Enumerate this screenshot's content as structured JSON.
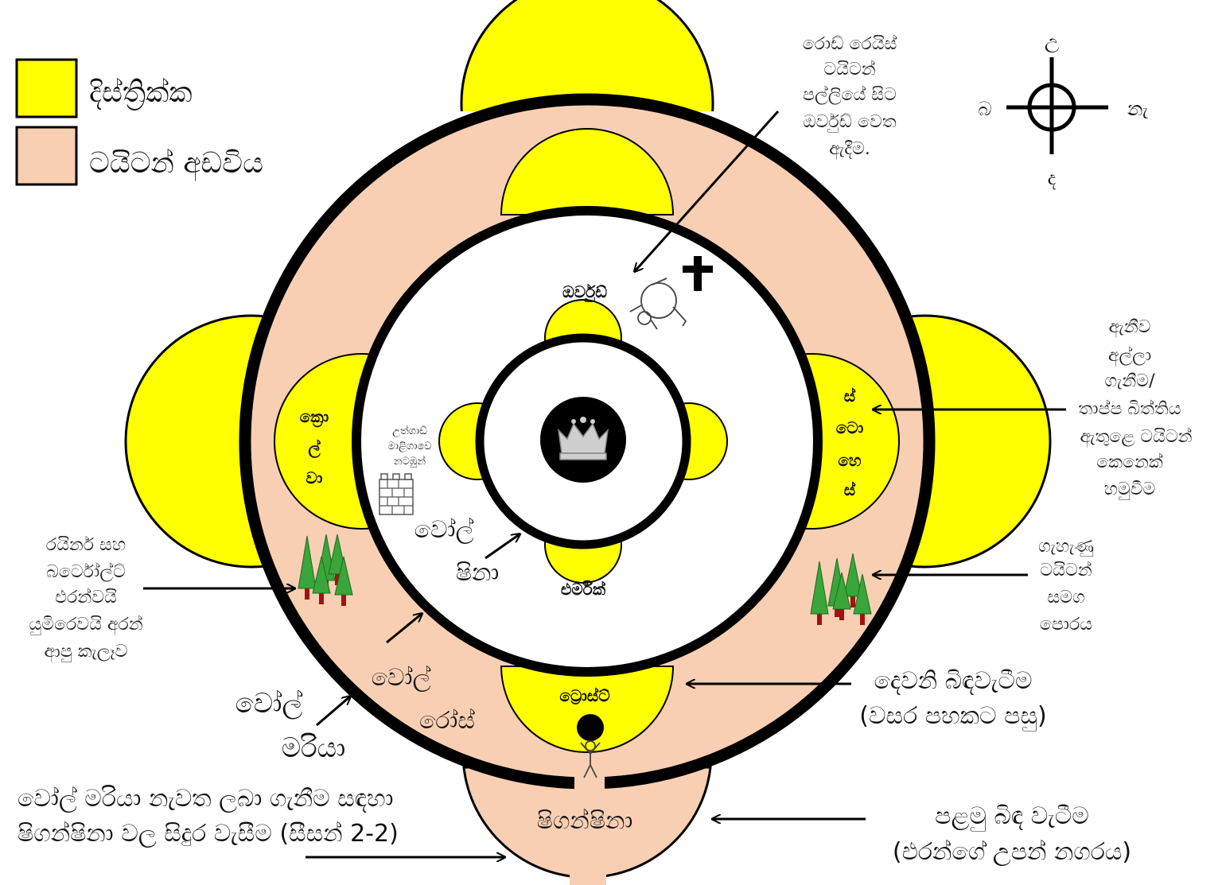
{
  "colors": {
    "district_yellow": "#ffff00",
    "titan_forest_peach": "#f8cfb3",
    "wall_black": "#000000",
    "tree_green": "#3aa53a",
    "tree_trunk": "#a11212"
  },
  "legend": {
    "district": "දිස්ත්‍රික්ක",
    "titan_forest": "ටයිටන් අඩවිය"
  },
  "compass": {
    "north": "උ",
    "south": "ද",
    "east": "නැ",
    "west": "බ"
  },
  "walls": {
    "maria": [
      "වෝල්",
      "මරියා"
    ],
    "rose": [
      "වෝල්",
      "රෝස්"
    ],
    "sheena": [
      "වෝල්",
      "ෂිනා"
    ]
  },
  "districts": {
    "orvud": "ඔර්වුඩ්",
    "ermich": "එර්මික්",
    "trost": "ට්‍රොස්ට්",
    "shiganshina": "ෂිගන්ෂිනා",
    "krolva": [
      "ක්‍රො",
      "ල්",
      "වා"
    ],
    "stohes": [
      "ස්",
      "ටො",
      "හෙ",
      "ස්"
    ]
  },
  "annotations": {
    "orvud_note": [
      "රොඩ් රෙයිස්",
      "ටයිටන්",
      "පල්ලියේ සිට",
      "ඔර්වුඩ් වෙත",
      "ඇදීම."
    ],
    "stohes_note": [
      "ඇනීව",
      "අල්ලා",
      "ගැනීම/",
      "තාප්ප බිත්තිය",
      "ඇතුළෙ ටයිටන්",
      "කෙනෙක්",
      "හමුවීම"
    ],
    "forest_east_note": [
      "ගැහැණු",
      "ටයිටන්",
      "සමග",
      "පොරය"
    ],
    "forest_west_note": [
      "රයිනර් සහ",
      "බර්ටෝල්ට්",
      "එරන්වයි",
      "යුමිරෙවයි අරන්",
      "ආපු කැලෑව"
    ],
    "second_breach": [
      "දෙවනි බිඳවැටීම",
      "(වසර පහකට පසු)"
    ],
    "first_breach": [
      "පළමු බිඳ වැටීම",
      "(එරන්ගේ උපන් නගරය)"
    ],
    "sealing_note": [
      "වෝල් මරියා නැවත ලබා ගැනීම සඳහා",
      "ෂිගන්ෂිනා වල සිදුර වැසීම (සීසන් 2-2)"
    ],
    "underground_note": [
      "උත්ගාඩ්",
      "මාළිගාවෙ",
      "නටඹුන්"
    ]
  }
}
